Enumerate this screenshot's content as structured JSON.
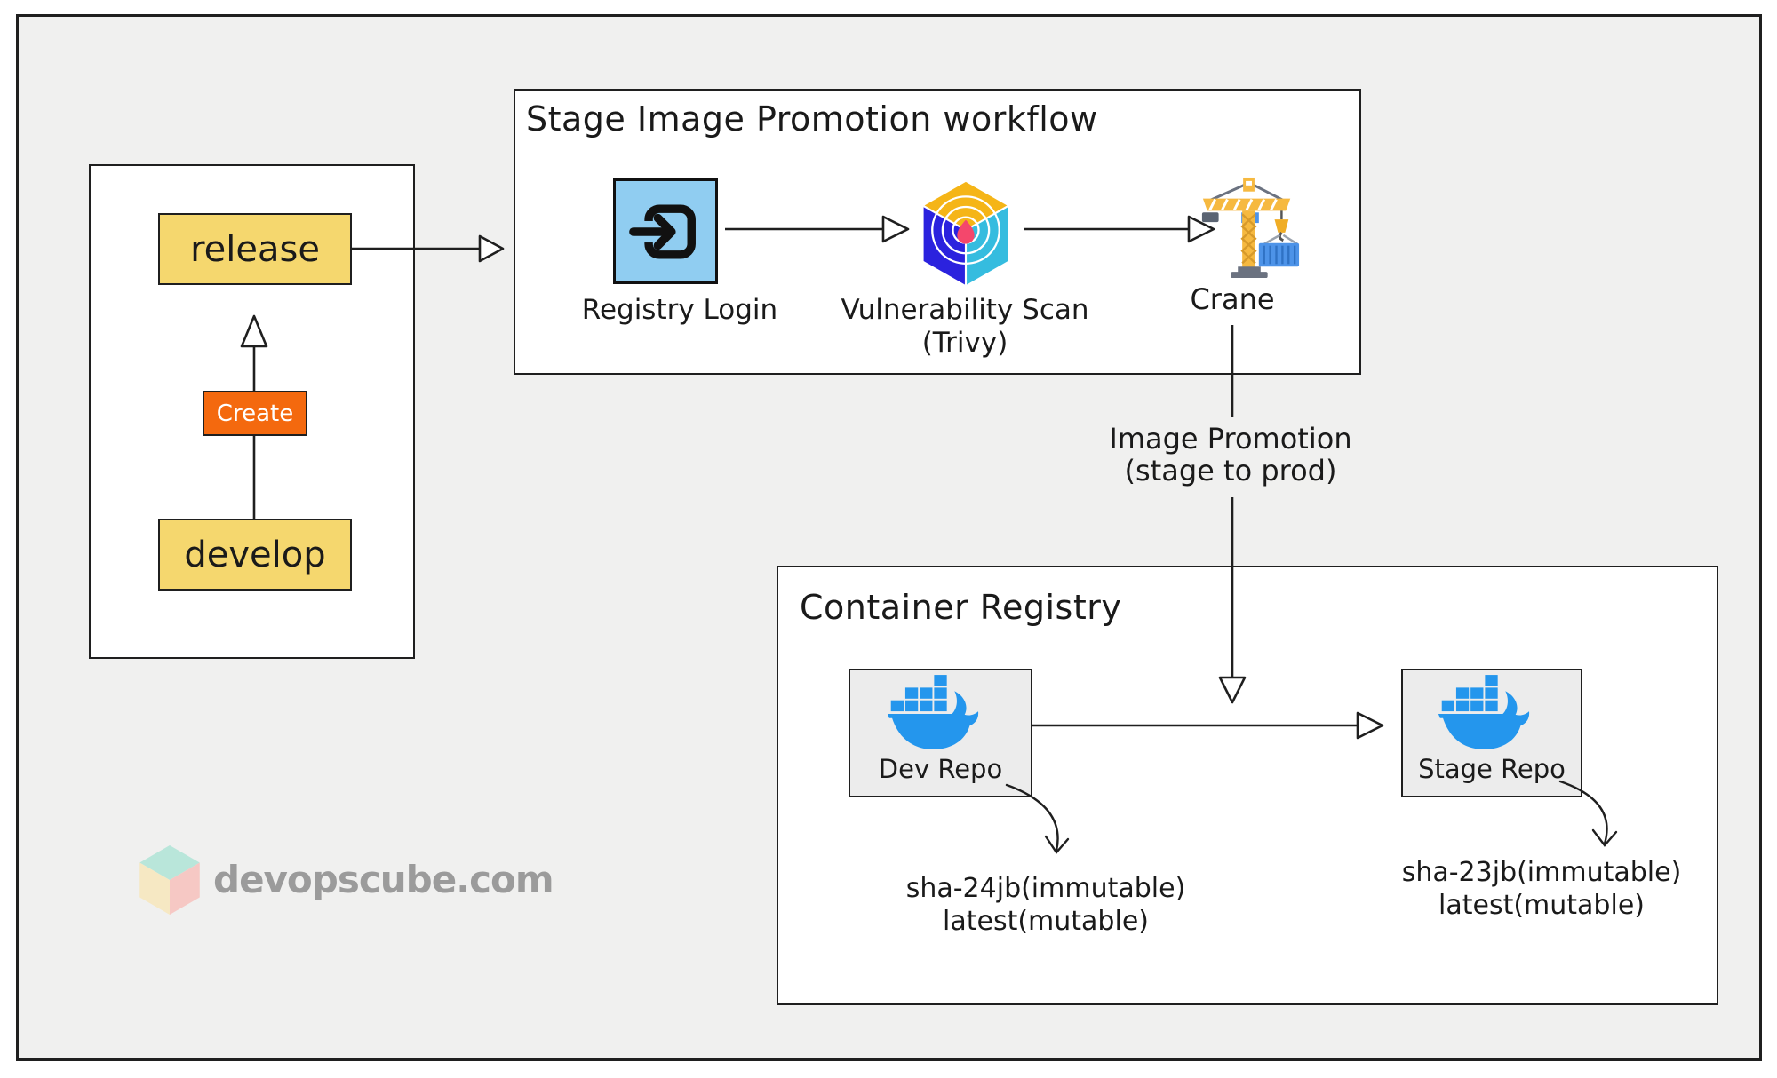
{
  "branch_panel": {
    "release_label": "release",
    "create_label": "Create",
    "develop_label": "develop"
  },
  "workflow": {
    "title": "Stage Image Promotion workflow",
    "steps": [
      {
        "label": "Registry Login",
        "icon": "sign-in-icon"
      },
      {
        "label": "Vulnerability Scan",
        "label2": "(Trivy)",
        "icon": "trivy-cube-icon"
      },
      {
        "label": "Crane",
        "icon": "crane-icon"
      }
    ]
  },
  "promotion_label": {
    "line1": "Image Promotion",
    "line2": "(stage to prod)"
  },
  "registry": {
    "title": "Container Registry",
    "repos": [
      {
        "name": "Dev Repo",
        "icon": "docker-whale-icon",
        "tags": [
          "sha-24jb(immutable)",
          "latest(mutable)"
        ]
      },
      {
        "name": "Stage Repo",
        "icon": "docker-whale-icon",
        "tags": [
          "sha-23jb(immutable)",
          "latest(mutable)"
        ]
      }
    ]
  },
  "branding": {
    "site": "devopscube.com",
    "icon": "cube-logo-icon"
  },
  "colors": {
    "canvas_bg": "#f0f0ef",
    "box_fill": "#ffffff",
    "stroke": "#1f1f1f",
    "branch_yellow": "#f5d76e",
    "create_orange": "#f4690e",
    "login_blue": "#90cdf1",
    "docker_blue": "#2496ed",
    "trivy_gold": "#f5b517",
    "trivy_indigo": "#2b22de",
    "trivy_cyan": "#35bcdf",
    "trivy_pink": "#f4476c",
    "crane_yellow": "#f6b940",
    "brand_gray": "#9b9b9b"
  }
}
